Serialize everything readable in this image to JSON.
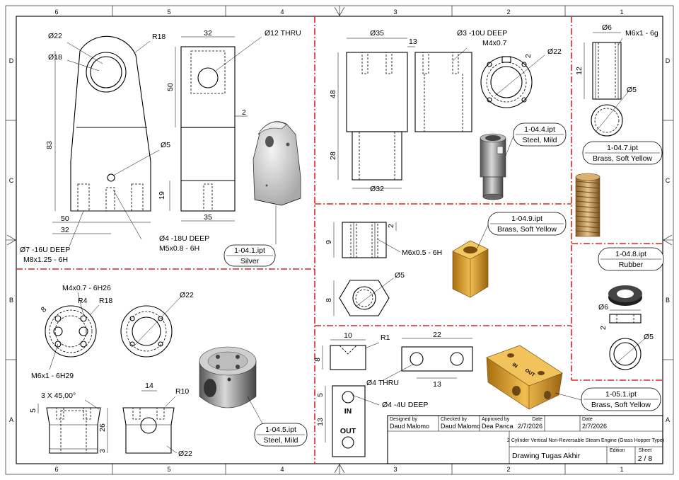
{
  "colors": {
    "zone_divider": "#e02020",
    "silver": "#c9c9c9",
    "steel": "#9a9a9a",
    "brass": "#d9a030",
    "rubber": "#222222",
    "bronze": "#c8a060"
  },
  "border": {
    "columns_top": [
      "6",
      "5",
      "4",
      "3",
      "2",
      "1"
    ],
    "columns_bottom": [
      "6",
      "5",
      "4",
      "3",
      "2",
      "1"
    ],
    "rows_left": [
      "D",
      "C",
      "B",
      "A"
    ],
    "rows_right": [
      "D",
      "C",
      "B",
      "A"
    ]
  },
  "parts": [
    {
      "id": "1-04.1",
      "file": "1-04.1.ipt",
      "material": "Silver",
      "dims": {
        "d_outer": "Ø22",
        "r_outer": "R18",
        "d_inner": "Ø18",
        "thru": "Ø12 THRU",
        "width_top": "32",
        "h50": "50",
        "h83": "83",
        "d5": "Ø5",
        "h19": "19",
        "t2": "2",
        "w35": "35",
        "w50": "50",
        "w32": "32",
        "tap1_a": "Ø4 -18U DEEP",
        "tap1_b": "M5x0.8 - 6H",
        "tap2_a": "Ø7 -16U DEEP",
        "tap2_b": "M8x1.25 - 6H"
      }
    },
    {
      "id": "1-04.4",
      "file": "1-04.4.ipt",
      "material": "Steel, Mild",
      "dims": {
        "d35": "Ø35",
        "w13": "13",
        "deep": "Ø3 -10U DEEP",
        "thread": "M4x0.7",
        "t2": "2",
        "d22": "Ø22",
        "h48": "48",
        "h28": "28",
        "d32": "Ø32"
      }
    },
    {
      "id": "1-04.7",
      "file": "1-04.7.ipt",
      "material": "Brass, Soft Yellow",
      "dims": {
        "d6": "Ø6",
        "thread": "M6x1 - 6g",
        "h12": "12",
        "d5": "Ø5"
      }
    },
    {
      "id": "1-04.9",
      "file": "1-04.9.ipt",
      "material": "Brass, Soft Yellow",
      "dims": {
        "t2": "2",
        "h9": "9",
        "thread": "M6x0.5 - 6H",
        "d5": "Ø5",
        "h8": "8"
      }
    },
    {
      "id": "1-04.8",
      "file": "1-04.8.ipt",
      "material": "Rubber",
      "dims": {
        "d6": "Ø6",
        "t2": "2",
        "d5": "Ø5"
      }
    },
    {
      "id": "1-04.5",
      "file": "1-04.5.ipt",
      "material": "Steel, Mild",
      "dims": {
        "thread1": "M4x0.7 - 6H26",
        "r4": "R4",
        "r18": "R18",
        "d8": "8",
        "d22": "Ø22",
        "thread2": "M6x1 - 6H29",
        "chamfer": "3 X 45,00°",
        "h5": "5",
        "h26": "26",
        "h3": "3",
        "w14": "14",
        "r10": "R10",
        "d22b": "Ø22"
      }
    },
    {
      "id": "1-05.1",
      "file": "1-05.1.ipt",
      "material": "Brass, Soft Yellow",
      "dims": {
        "w10": "10",
        "r1": "R1",
        "w22": "22",
        "h8": "8",
        "thru": "Ø4 THRU",
        "w13": "13",
        "h5": "5",
        "h13": "13",
        "deep": "Ø4 -4U DEEP",
        "in_label": "IN",
        "out_label": "OUT"
      }
    }
  ],
  "title_block": {
    "designed_by_label": "Designed by",
    "designed_by": "Daud Malomo",
    "checked_by_label": "Checked by",
    "checked_by": "Daud Malomo",
    "approved_by_label": "Approved by",
    "approved_by": "Dea Panca",
    "date_label": "Date",
    "date1": "2/7/2026",
    "date2_label": "Date",
    "date2": "2/7/2026",
    "project": "2 Cylinder Vertical Non-Reversable Steam Engine (Grass Hopper Type)",
    "drawing_title": "Drawing Tugas Akhir",
    "edition_label": "Edition",
    "sheet_label": "Sheet",
    "sheet": "2 / 8"
  }
}
